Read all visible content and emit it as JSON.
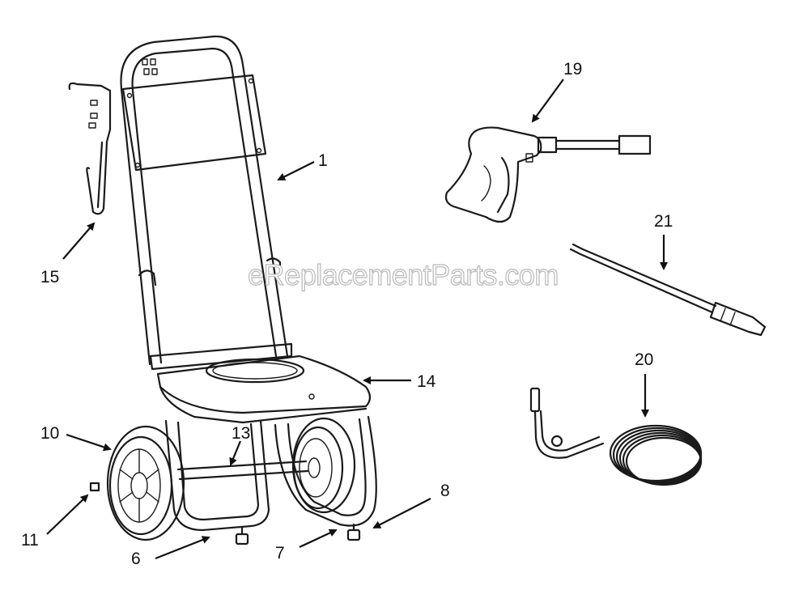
{
  "watermark": "eReplacementParts.com",
  "callouts": {
    "c1": "1",
    "c6": "6",
    "c7": "7",
    "c8": "8",
    "c10": "10",
    "c11": "11",
    "c13": "13",
    "c14": "14",
    "c15": "15",
    "c19": "19",
    "c20": "20",
    "c21": "21"
  }
}
